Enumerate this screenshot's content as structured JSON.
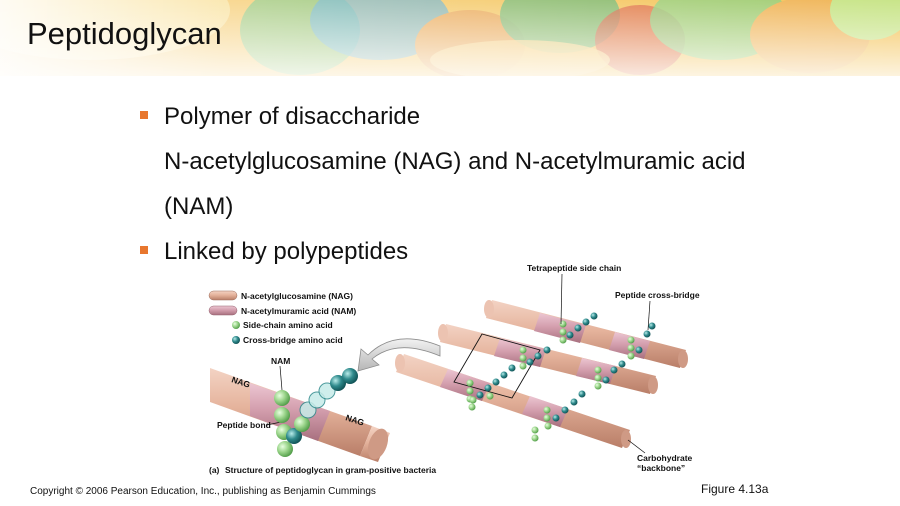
{
  "slide": {
    "title": "Peptidoglycan",
    "bullets": [
      {
        "lines": [
          "Polymer of disaccharide",
          "N-acetylglucosamine (NAG) and N-acetylmuramic acid",
          "(NAM)"
        ]
      },
      {
        "lines": [
          "Linked by polypeptides"
        ]
      }
    ],
    "copyright": "Copyright © 2006 Pearson Education, Inc., publishing as Benjamin Cummings",
    "figure_number": "Figure 4.13a"
  },
  "figure": {
    "legend": {
      "nag": "N-acetylglucosamine (NAG)",
      "nam": "N-acetylmuramic acid (NAM)",
      "side_chain": "Side-chain amino acid",
      "cross_bridge": "Cross-bridge amino acid"
    },
    "labels": {
      "tetrapeptide": "Tetrapeptide side chain",
      "cross_bridge": "Peptide cross-bridge",
      "nam": "NAM",
      "nag": "NAG",
      "peptide_bond": "Peptide bond",
      "carbohydrate_1": "Carbohydrate",
      "carbohydrate_2": "“backbone”",
      "caption_letter": "(a)",
      "caption": "Structure of peptidoglycan in gram-positive bacteria"
    }
  },
  "colors": {
    "accent": "#e8772e",
    "nag": "#e7b8a4",
    "nam": "#d9a3b2",
    "side_chain": "#9ad48a",
    "cross_bridge": "#2f8a8c"
  }
}
